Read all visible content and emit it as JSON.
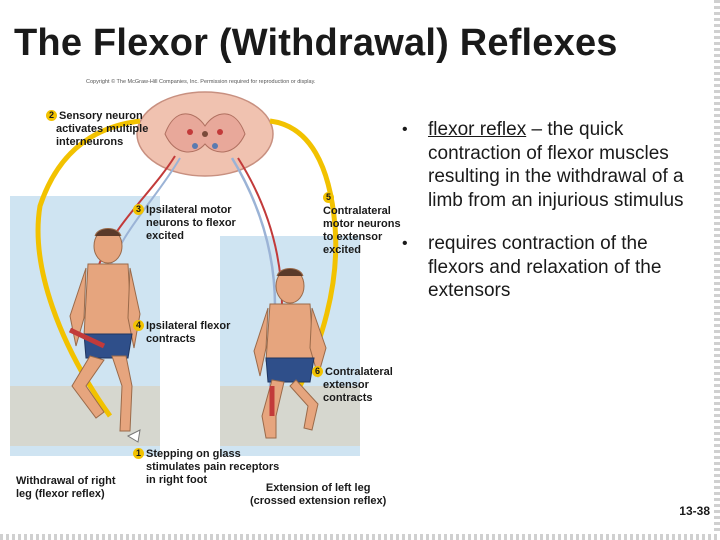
{
  "slide": {
    "title": "The Flexor (Withdrawal) Reflexes",
    "copyright": "Copyright © The McGraw-Hill Companies, Inc. Permission required for reproduction or display.",
    "page_number": "13-38"
  },
  "figure": {
    "labels": [
      {
        "num": "2",
        "text_lines": [
          "Sensory neuron",
          "activates multiple",
          "interneurons"
        ]
      },
      {
        "num": "3",
        "text_lines": [
          "Ipsilateral motor",
          "neurons to flexor",
          "excited"
        ]
      },
      {
        "num": "4",
        "text_lines": [
          "Ipsilateral flexor",
          "contracts"
        ]
      },
      {
        "num": "1",
        "text_lines": [
          "Stepping on glass",
          "stimulates pain receptors",
          "in right foot"
        ]
      },
      {
        "num": "5",
        "text_lines": [
          "Contralateral",
          "motor neurons",
          "to extensor",
          "excited"
        ]
      },
      {
        "num": "6",
        "text_lines": [
          "Contralateral",
          "extensor",
          "contracts"
        ]
      }
    ],
    "caption_left": [
      "Withdrawal of right",
      "leg (flexor reflex)"
    ],
    "caption_right": [
      "Extension of left leg",
      "(crossed extension reflex)"
    ]
  },
  "bullets": [
    {
      "term": "flexor reflex",
      "text": " – the quick contraction of flexor muscles resulting in the withdrawal of a limb from an injurious stimulus"
    },
    {
      "term": "",
      "text": "requires contraction of the flexors and relaxation of the extensors"
    }
  ],
  "colors": {
    "sensory": "#f2c200",
    "motor": "#9bb3d6",
    "muscle": "#c23a3a",
    "spinal_cord": "#f0c2b0",
    "sky": "#cfe4f2",
    "ground": "#d9d2c0"
  }
}
